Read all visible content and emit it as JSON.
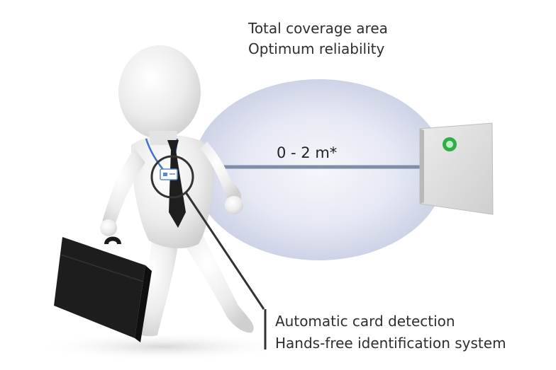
{
  "coverage": {
    "line1": "Total coverage area",
    "line2": "Optimum reliability"
  },
  "range": {
    "label": "0 - 2 m*"
  },
  "features": {
    "line1": "Automatic card detection",
    "line2": "Hands-free identification system"
  },
  "colors": {
    "field_center": "#f4f6fb",
    "field_edge": "#c9d0e6",
    "reader_body": "#dcdcdc",
    "reader_led": "#35c24a",
    "briefcase": "#1a1a1a",
    "figure": "#ececec",
    "tie": "#1e1e1e",
    "lanyard": "#3f73c8",
    "callout": "#333333"
  },
  "icons": {
    "figure": "person-icon",
    "reader": "card-reader-icon",
    "briefcase": "briefcase-icon",
    "badge": "id-badge-icon"
  }
}
